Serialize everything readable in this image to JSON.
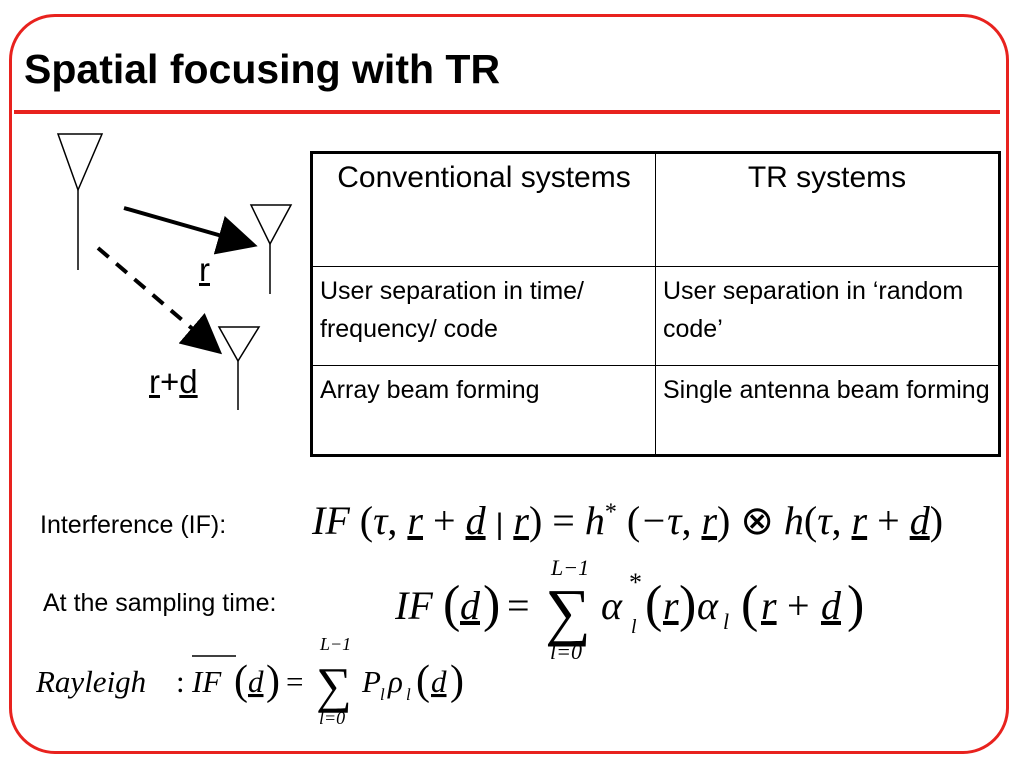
{
  "slide": {
    "title": "Spatial focusing with TR",
    "accent_color": "#e8221e"
  },
  "diagram": {
    "label_r": "r",
    "label_rd_r": "r",
    "label_rd_plus": "+",
    "label_rd_d": "d",
    "icons": [
      "antenna-icon",
      "solid-arrow",
      "dashed-arrow"
    ]
  },
  "table": {
    "headers": [
      "Conventional systems",
      "TR systems"
    ],
    "rows": [
      [
        "User separation in time/ frequency/ code",
        "User separation in ‘random code’"
      ],
      [
        "Array beam forming",
        "Single antenna beam forming"
      ]
    ]
  },
  "equations": {
    "interference_label": "Interference (IF):",
    "sampling_label": "At the sampling time:",
    "if_eq": {
      "lhs": "IF",
      "tau": "τ",
      "r": "r",
      "d": "d",
      "plus": "+",
      "bar": "|",
      "h": "h",
      "star": "*",
      "minus_tau": "−τ",
      "otimes": "⊗",
      "comma": ","
    },
    "sampling_eq": {
      "lhs": "IF",
      "d": "d",
      "sum_top": "L−1",
      "sum_bottom": "l=0",
      "alpha": "α",
      "star": "*",
      "sub_l": "l",
      "r": "r",
      "plus": "+"
    },
    "rayleigh_eq": {
      "word": "Rayleigh",
      "lhs": "IF",
      "d": "d",
      "sum_top": "L−1",
      "sum_bottom": "l=0",
      "P": "P",
      "rho": "ρ",
      "sub_l": "l"
    }
  }
}
